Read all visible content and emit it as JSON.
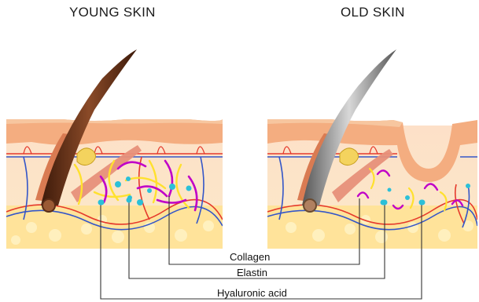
{
  "titles": {
    "left": "YOUNG SKIN",
    "right": "OLD SKIN"
  },
  "labels": {
    "collagen": "Collagen",
    "elastin": "Elastin",
    "hyaluronic": "Hyaluronic acid"
  },
  "colors": {
    "collagen": "#c000c8",
    "elastin": "#ffe12e",
    "hyaluronic": "#2bc0d8",
    "epidermis": "#f2b38c",
    "dermis": "#fde4bf",
    "fat": "#ffd774",
    "artery": "#e53a2c",
    "vein": "#3456c8",
    "young_hair": "#5a2d16",
    "old_hair": "#9b9b9b"
  }
}
